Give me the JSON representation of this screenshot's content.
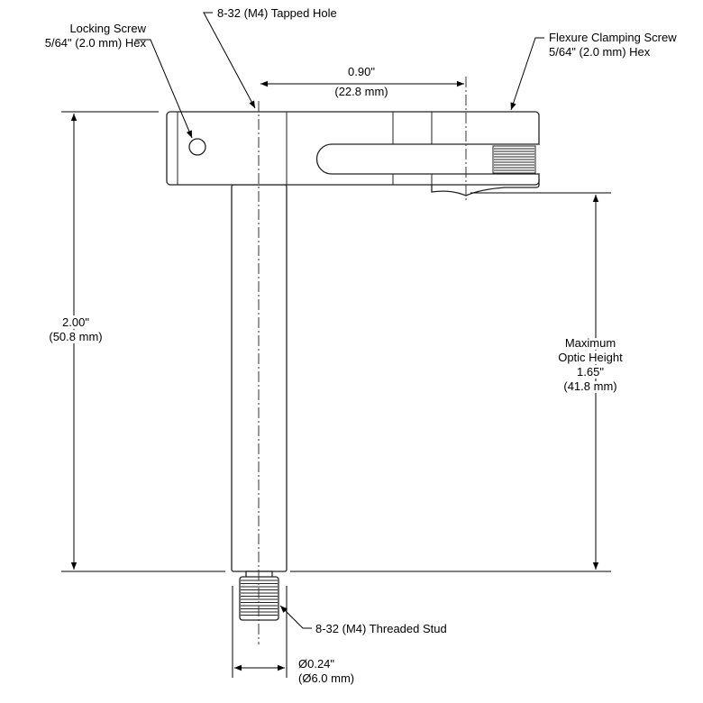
{
  "labels": {
    "locking_screw": [
      "Locking Screw",
      "5/64\" (2.0 mm) Hex"
    ],
    "tapped_hole": "8-32 (M4) Tapped Hole",
    "flexure_screw": [
      "Flexure Clamping Screw",
      "5/64\" (2.0 mm) Hex"
    ],
    "width_dim": [
      "0.90\"",
      "(22.8 mm)"
    ],
    "height_dim": [
      "2.00\"",
      "(50.8 mm)"
    ],
    "optic_height": [
      "Maximum",
      "Optic Height",
      "1.65\"",
      "(41.8 mm)"
    ],
    "threaded_stud": "8-32 (M4) Threaded Stud",
    "diameter_dim": [
      "Ø0.24\"",
      "(Ø6.0 mm)"
    ]
  }
}
